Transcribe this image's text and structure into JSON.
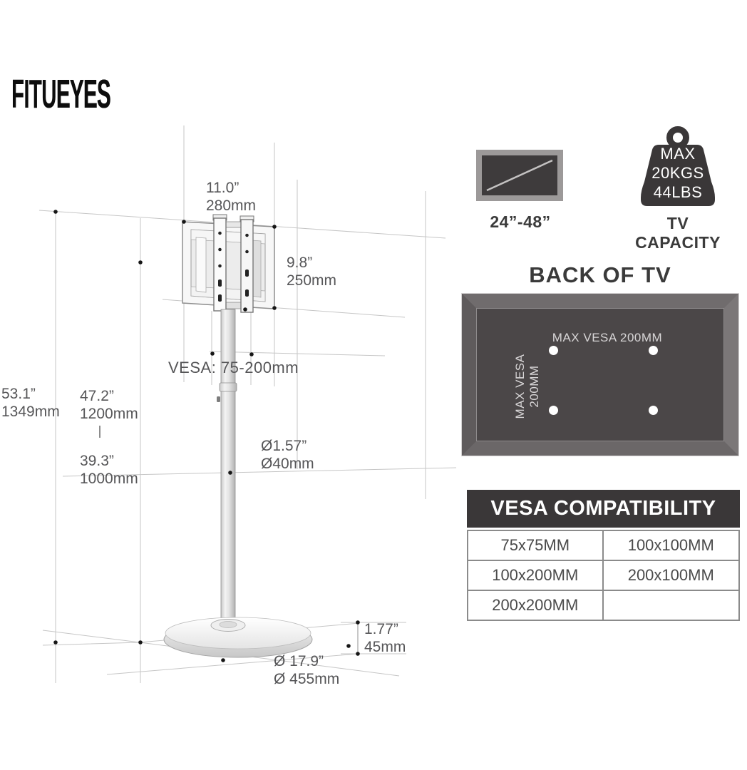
{
  "brand": {
    "part1": "FITU",
    "part2": "EYES"
  },
  "diagram": {
    "dims": {
      "width_in": "11.0”",
      "width_mm": "280mm",
      "height_in": "9.8”",
      "height_mm": "250mm",
      "vesa_range": "VESA: 75-200mm",
      "total_in": "53.1”",
      "total_mm": "1349mm",
      "upper_in": "47.2”",
      "upper_mm": "1200mm",
      "lower_in": "39.3”",
      "lower_mm": "1000mm",
      "pole_dia_in": "Ø1.57”",
      "pole_dia_mm": "Ø40mm",
      "base_thick_in": "1.77”",
      "base_thick_mm": "45mm",
      "base_dia_in": "Ø 17.9”",
      "base_dia_mm": "Ø 455mm"
    }
  },
  "badges": {
    "tv_size_label": "24”-48”",
    "capacity": {
      "line1": "MAX",
      "line2": "20KGS",
      "line3": "44LBS",
      "label": "TV CAPACITY"
    }
  },
  "back_of_tv": {
    "title": "BACK OF TV",
    "vesa_top": "MAX VESA 200MM",
    "vesa_side": "MAX VESA 200MM"
  },
  "vesa_table": {
    "title": "VESA COMPATIBILITY",
    "rows": [
      [
        "75x75MM",
        "100x100MM"
      ],
      [
        "100x200MM",
        "200x100MM"
      ],
      [
        "200x200MM",
        ""
      ]
    ]
  },
  "colors": {
    "accent_dark": "#3a3738",
    "panel_inner": "#4b4748",
    "panel_frame": "#6f6b6c",
    "dim_text": "#565658",
    "table_border": "#8b8b8b"
  }
}
